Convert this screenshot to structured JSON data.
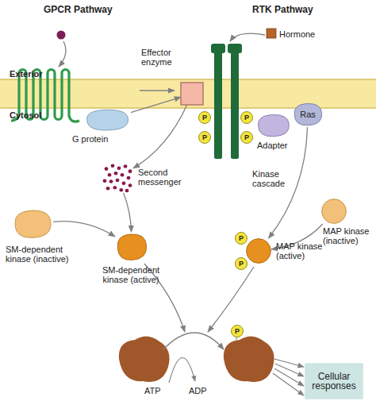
{
  "diagram": {
    "nodes": [
      {
        "text": [
          "Effector enzyme"
        ]
      },
      {
        "text": [
          "G protein"
        ]
      },
      {
        "text": [
          "Ras"
        ]
      },
      {
        "text": [
          "Adapter"
        ]
      },
      {
        "text": [
          "Second messenger"
        ]
      },
      {
        "text": [
          "SM-dependent kinase (inactive)"
        ]
      },
      {
        "text": [
          "SM-dependent kinase (active)"
        ]
      },
      {
        "text": [
          "MAP kinase (inactive)"
        ]
      },
      {
        "text": [
          "MAP kinase (active)"
        ]
      },
      {
        "text": [
          "Cellular responses"
        ]
      }
    ],
    "edges": [
      {
        "from": 1,
        "to": 0,
        "arrow": "to"
      },
      {
        "from": 0,
        "to": 4,
        "arrow": "to"
      },
      {
        "from": 4,
        "to": 6,
        "arrow": "to"
      },
      {
        "from": 5,
        "to": 6,
        "arrow": "to"
      },
      {
        "from": 2,
        "to": 8,
        "label": "Kinase cascade",
        "arrow": "to"
      },
      {
        "from": 7,
        "to": 8,
        "arrow": "to"
      }
    ],
    "labels": [
      "GPCR Pathway",
      "RTK Pathway",
      "Hormone",
      "Exterior",
      "Cytosol",
      "P",
      "P",
      "P",
      "P",
      "P",
      "P",
      "ATP",
      "ADP",
      "P"
    ]
  }
}
